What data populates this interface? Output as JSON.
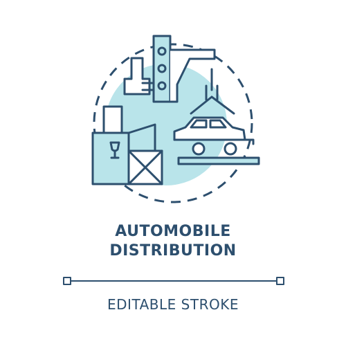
{
  "icon": {
    "name": "automobile-distribution-icon",
    "stroke_color": "#2d4f6e",
    "fill_color": "#b9e4ea"
  },
  "title": {
    "line1": "AUTOMOBILE",
    "line2": "DISTRIBUTION"
  },
  "footer": {
    "label": "EDITABLE STROKE"
  },
  "stock_id": "473547066"
}
